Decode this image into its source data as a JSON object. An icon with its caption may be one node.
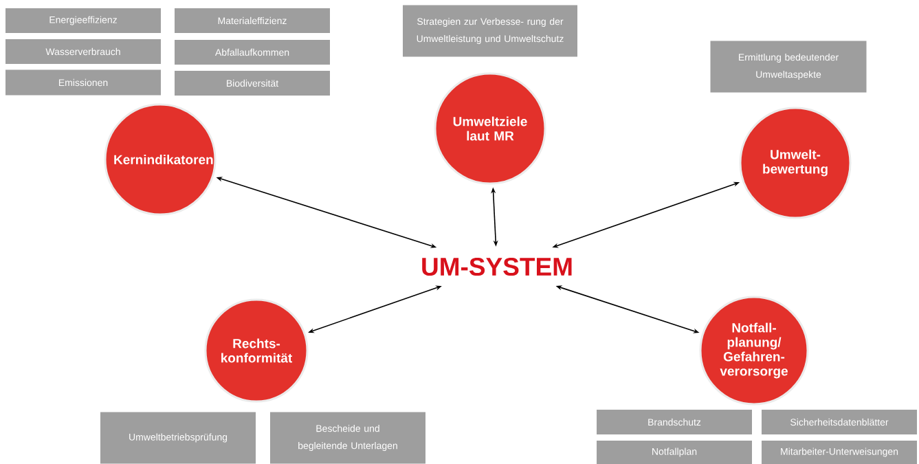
{
  "diagram": {
    "nodes": [
      {
        "text": [
          "Energieeffizienz"
        ]
      },
      {
        "text": [
          "Materialeffizienz"
        ]
      },
      {
        "text": [
          "Wasserverbrauch"
        ]
      },
      {
        "text": [
          "Abfallaufkommen"
        ]
      },
      {
        "text": [
          "Emissionen"
        ]
      },
      {
        "text": [
          "Biodiversität"
        ]
      },
      {
        "text": [
          "Strategien zur Verbesse- rung der Umweltleistung und Umweltschutz"
        ]
      },
      {
        "text": [
          "Ermittlung bedeutender Umweltaspekte"
        ]
      },
      {
        "text": [
          "Kernindikatoren"
        ]
      },
      {
        "text": [
          "Umweltziele laut MR"
        ]
      },
      {
        "text": [
          "Umwelt- bewertung"
        ]
      },
      {
        "text": [
          "UM-SYSTEM"
        ]
      },
      {
        "text": [
          "Rechts- konformität"
        ]
      },
      {
        "text": [
          "Notfall- planung/ Gefahren- verorsorge"
        ]
      },
      {
        "text": [
          "Umweltbetriebsprüfung"
        ]
      },
      {
        "text": [
          "Bescheide und begleitende Unterlagen"
        ]
      },
      {
        "text": [
          "Brandschutz"
        ]
      },
      {
        "text": [
          "Sicherheitsdatenblätter"
        ]
      },
      {
        "text": [
          "Notfallplan"
        ]
      },
      {
        "text": [
          "Mitarbeiter-Unterweisungen"
        ]
      }
    ],
    "edges": [
      {
        "from": 11,
        "to": 8,
        "arrow": "both"
      },
      {
        "from": 11,
        "to": 9,
        "arrow": "both"
      },
      {
        "from": 11,
        "to": 10,
        "arrow": "both"
      },
      {
        "from": 11,
        "to": 12,
        "arrow": "both"
      },
      {
        "from": 11,
        "to": 13,
        "arrow": "both"
      }
    ]
  }
}
